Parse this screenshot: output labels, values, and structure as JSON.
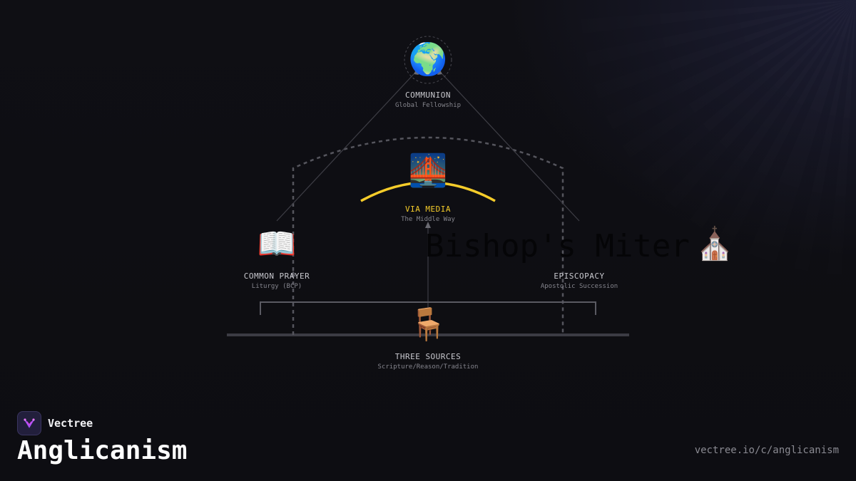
{
  "page": {
    "title": "Anglicanism",
    "brand": "Vectree",
    "url": "vectree.io/c/anglicanism"
  },
  "diagram": {
    "overlay_text": "Bishop's Miter",
    "nodes": {
      "communion": {
        "icon": "globe-icon",
        "emoji": "🌍",
        "label": "COMMUNION",
        "sub": "Global Fellowship"
      },
      "via_media": {
        "icon": "bridge-icon",
        "emoji": "🌉",
        "label": "VIA MEDIA",
        "sub": "The Middle Way"
      },
      "common_prayer": {
        "icon": "book-icon",
        "emoji": "📖",
        "label": "COMMON PRAYER",
        "sub": "Liturgy (BCP)"
      },
      "episcopacy": {
        "icon": "church-icon",
        "emoji": "⛪",
        "label": "EPISCOPACY",
        "sub": "Apostolic Succession"
      },
      "three_sources": {
        "icon": "chair-icon",
        "emoji": "🪑",
        "label": "THREE SOURCES",
        "sub": "Scripture/Reason/Tradition"
      }
    },
    "colors": {
      "accent": "#f5cc2a",
      "line": "#4a4a52",
      "dashed": "#5a5a62"
    }
  }
}
